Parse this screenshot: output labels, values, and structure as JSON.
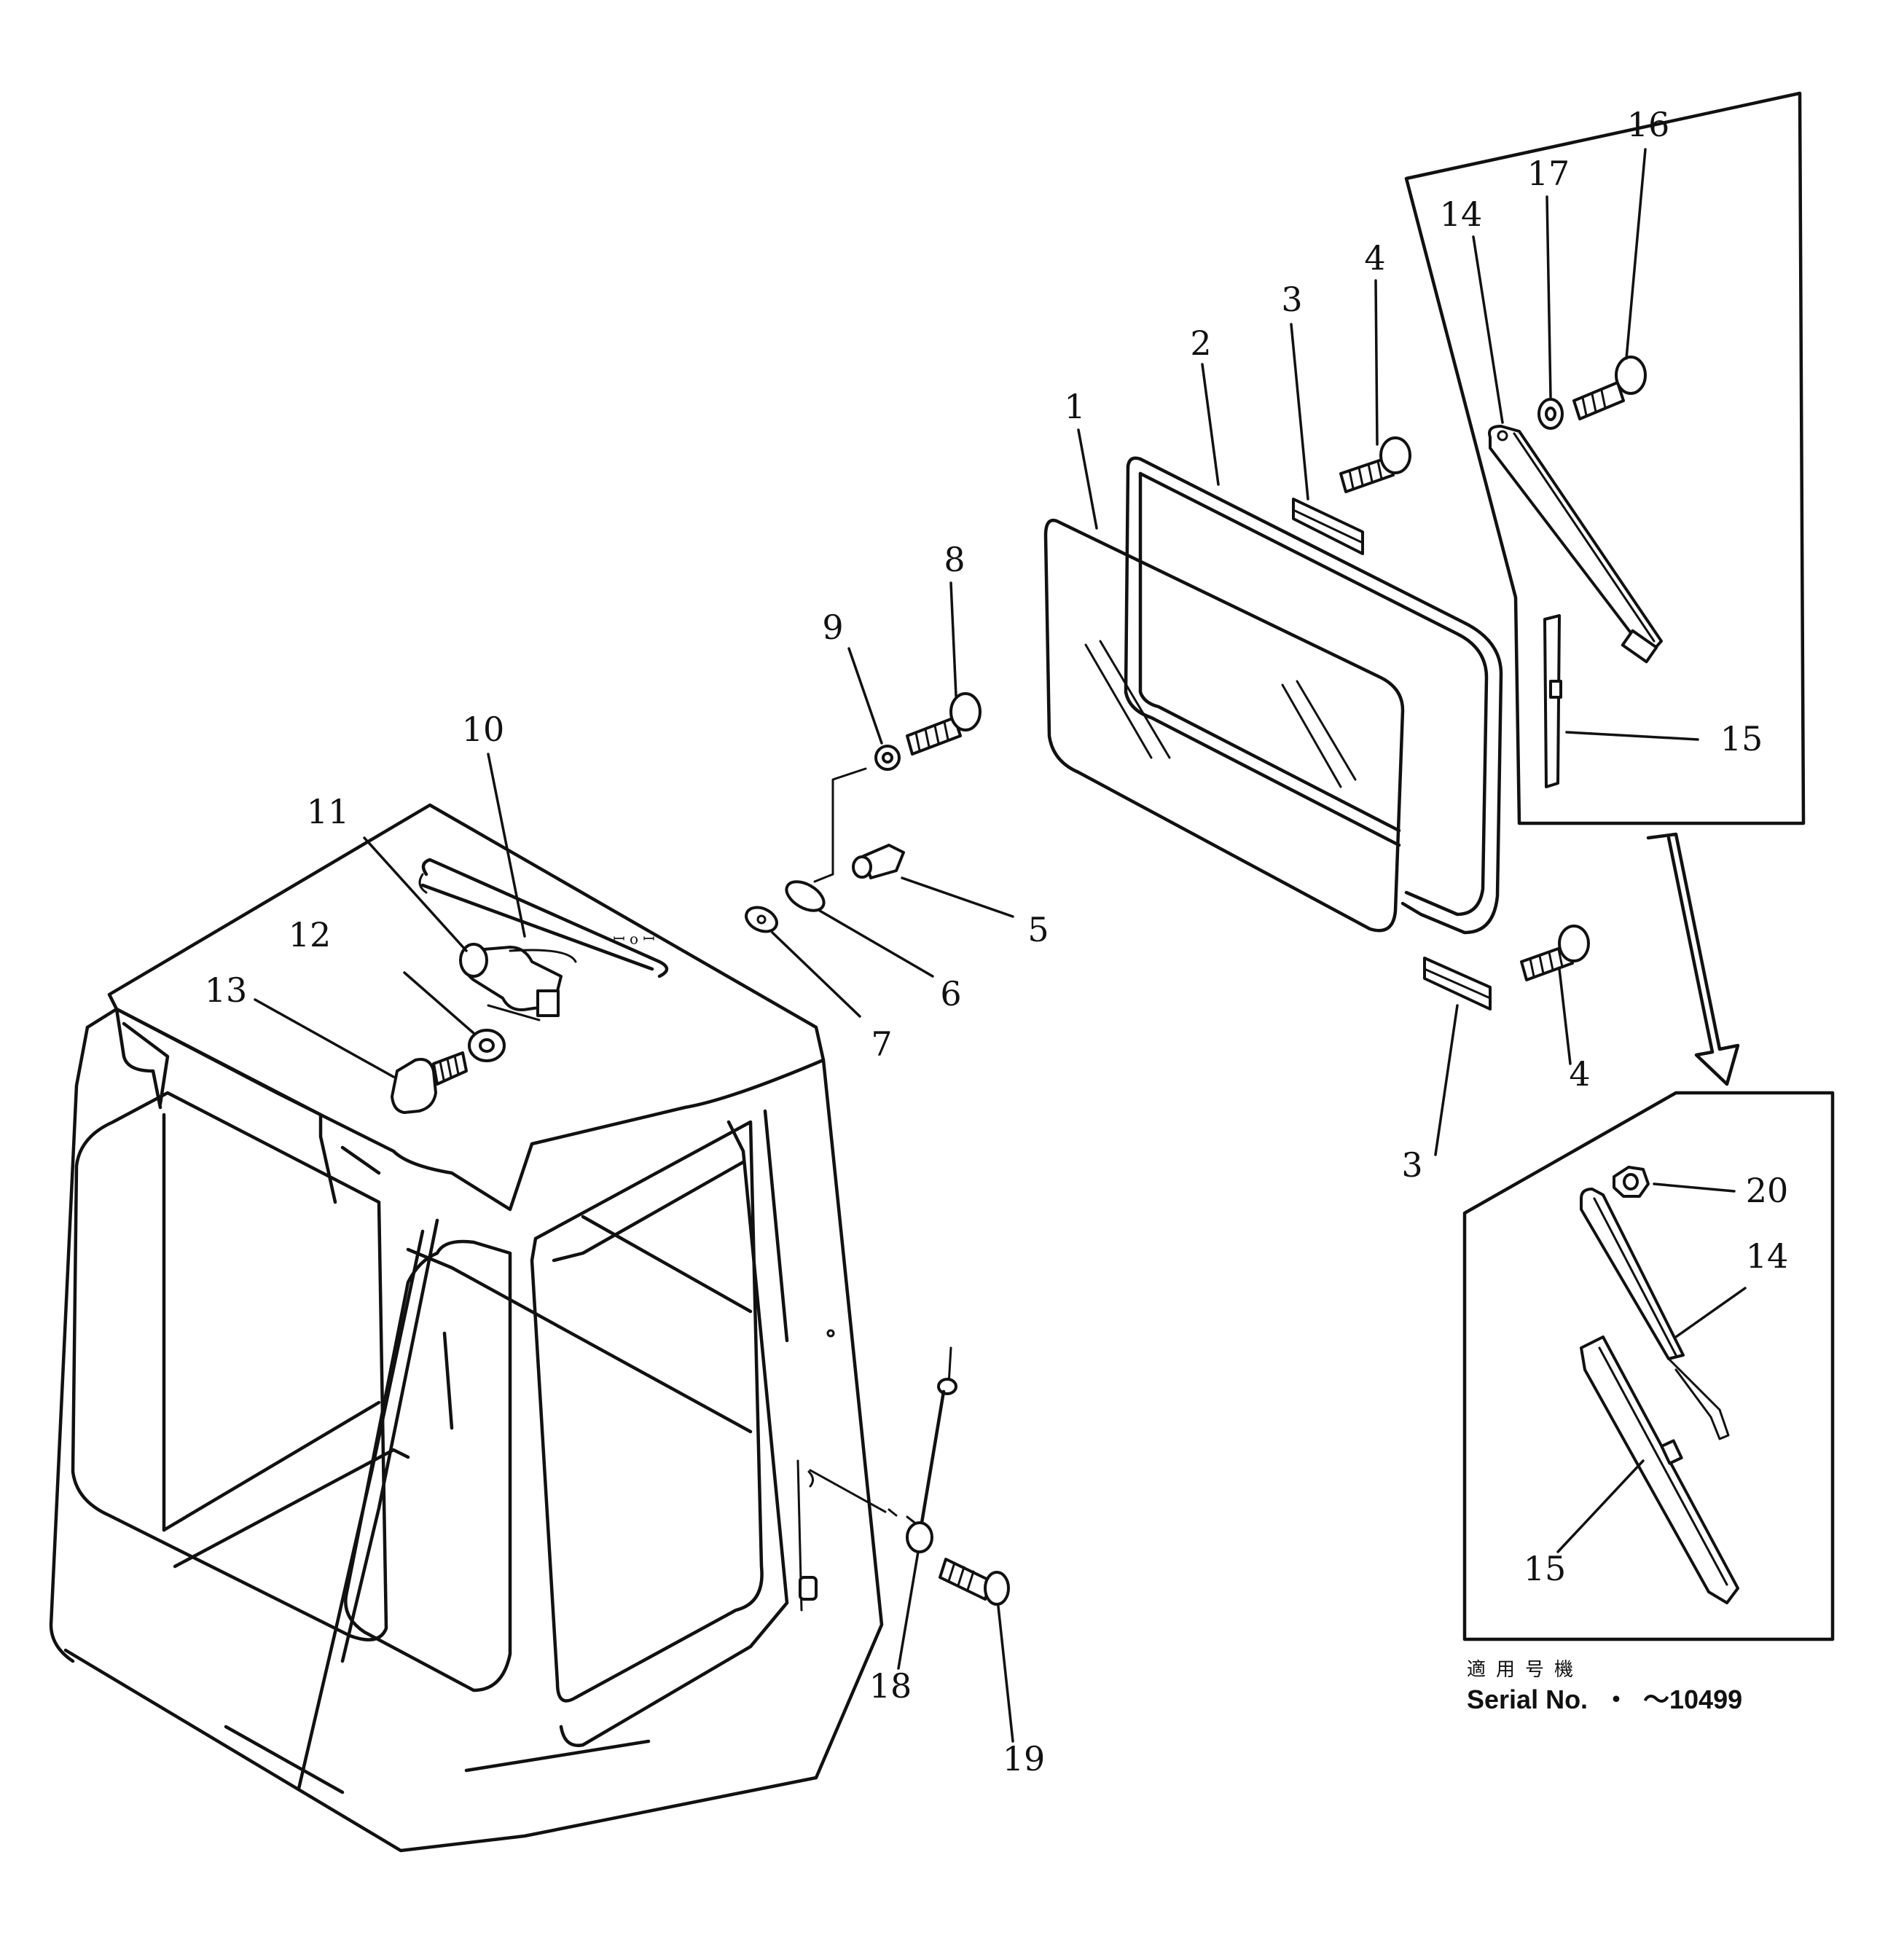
{
  "part_labels": [
    {
      "id": "p1",
      "text": "1"
    },
    {
      "id": "p2",
      "text": "2"
    },
    {
      "id": "p3a",
      "text": "3"
    },
    {
      "id": "p4a",
      "text": "4"
    },
    {
      "id": "p3b",
      "text": "3"
    },
    {
      "id": "p4b",
      "text": "4"
    },
    {
      "id": "p5",
      "text": "5"
    },
    {
      "id": "p6",
      "text": "6"
    },
    {
      "id": "p7",
      "text": "7"
    },
    {
      "id": "p8",
      "text": "8"
    },
    {
      "id": "p9",
      "text": "9"
    },
    {
      "id": "p10",
      "text": "10"
    },
    {
      "id": "p11",
      "text": "11"
    },
    {
      "id": "p12",
      "text": "12"
    },
    {
      "id": "p13",
      "text": "13"
    },
    {
      "id": "p14a",
      "text": "14"
    },
    {
      "id": "p15a",
      "text": "15"
    },
    {
      "id": "p16",
      "text": "16"
    },
    {
      "id": "p17",
      "text": "17"
    },
    {
      "id": "p18",
      "text": "18"
    },
    {
      "id": "p19",
      "text": "19"
    },
    {
      "id": "p20",
      "text": "20"
    },
    {
      "id": "p14b",
      "text": "14"
    },
    {
      "id": "p15b",
      "text": "15"
    }
  ],
  "serial_note": {
    "japanese": "適用号機",
    "label": "Serial No.",
    "bullet": "・",
    "range": "～10499"
  }
}
